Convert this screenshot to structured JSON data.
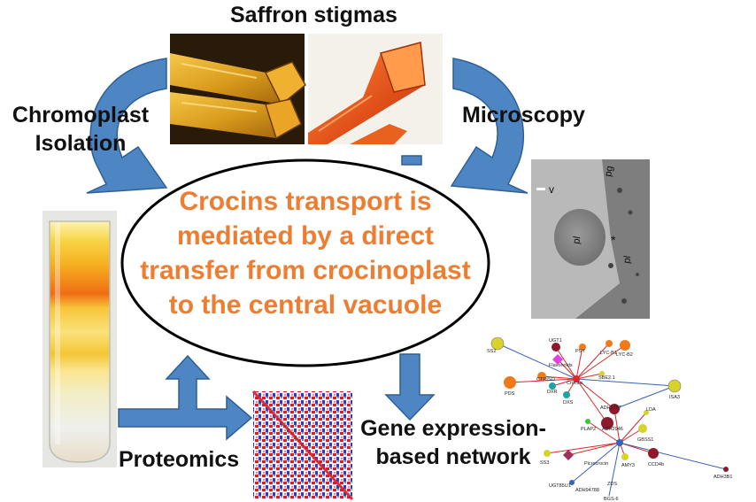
{
  "title": "Saffron stigmas",
  "central_statement": [
    "Crocins transport is",
    "mediated by a direct",
    "transfer from crocinoplast",
    "to the central vacuole"
  ],
  "methods": {
    "chromoplast_isolation": [
      "Chromoplast",
      "Isolation"
    ],
    "microscopy": "Microscopy",
    "proteomics": "Proteomics",
    "gene_network": [
      "Gene expression-",
      "based network"
    ]
  },
  "micrograph_labels": [
    "pg",
    "v",
    "pl",
    "*",
    "pl"
  ],
  "network_nodes": [
    "SS2",
    "UGT1",
    "PSY",
    "Flavonoids",
    "LYC-B1",
    "LYC-B2",
    "CTRISO",
    "Crocins",
    "SBE2.1",
    "PDS",
    "DXR",
    "DXS",
    "ADH1787",
    "ADH2946",
    "ISA3",
    "LDA",
    "PLAP2",
    "GBSS1",
    "SS3",
    "Picrocrocin",
    "AMY3",
    "CCD4b",
    "ADH3B1",
    "UGT85U1",
    "ADH94788",
    "ZDS",
    "BGS-6"
  ],
  "colors": {
    "arrow": "#4e86c4",
    "arrow_dark": "#2e5f96",
    "text_accent": "#ed7d31"
  }
}
